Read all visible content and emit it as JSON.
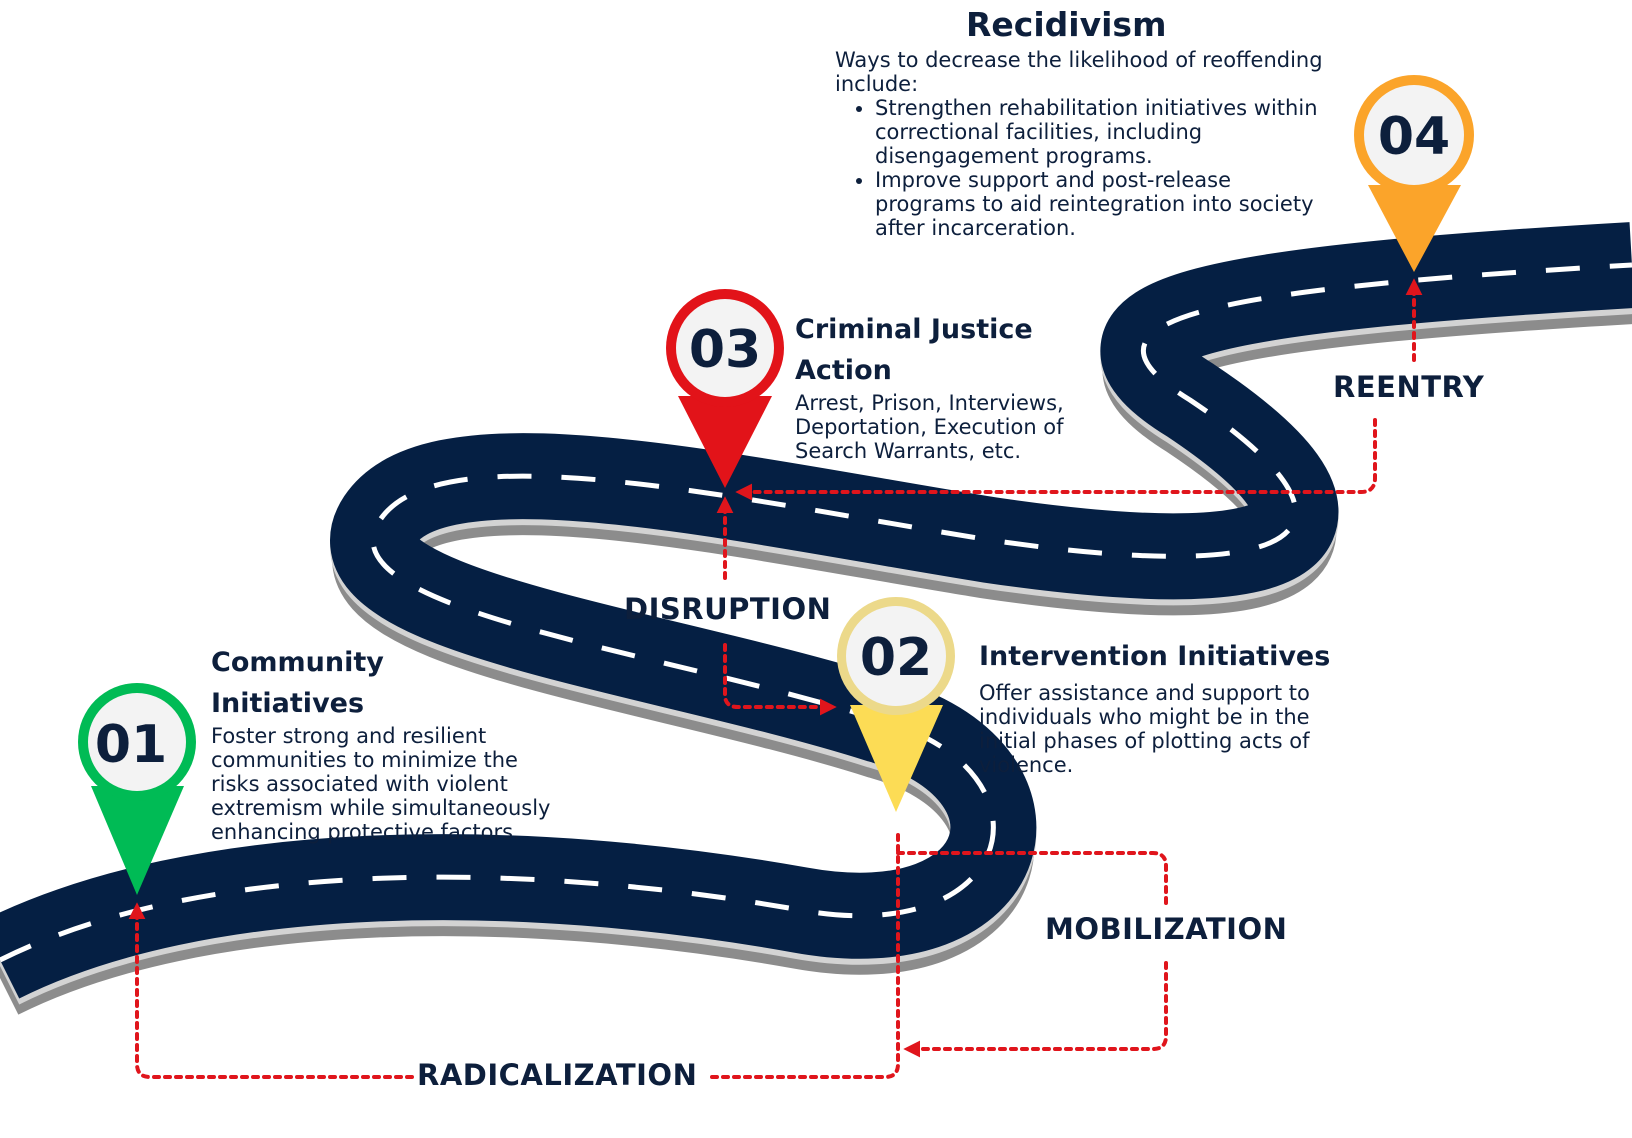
{
  "colors": {
    "road": "#051f43",
    "road_edge": "#8c8c8c",
    "road_edge_light": "#d3d3d3",
    "lane": "#ffffff",
    "arrow": "#e0151c",
    "text": "#0d1f3c"
  },
  "pins": [
    {
      "number": "01",
      "color": "#00bb55",
      "ring": "#00bb55"
    },
    {
      "number": "02",
      "color": "#fcdc55",
      "ring": "#ecd98a"
    },
    {
      "number": "03",
      "color": "#e21319",
      "ring": "#e21319"
    },
    {
      "number": "04",
      "color": "#fba42a",
      "ring": "#fba42a"
    }
  ],
  "steps": {
    "community": {
      "title": "Community Initiatives",
      "body": "Foster strong and resilient communities to minimize the risks associated with violent extremism while simultaneously enhancing protective factors."
    },
    "intervention": {
      "title": "Intervention Initiatives",
      "body": "Offer assistance and support to individuals who might be in the initial phases of plotting acts of violence."
    },
    "criminal": {
      "title": "Criminal Justice Action",
      "body": "Arrest, Prison, Interviews, Deportation, Execution of Search Warrants, etc."
    },
    "recidivism": {
      "title": "Recidivism",
      "intro": "Ways to decrease the likelihood of reoffending include:",
      "bullets": [
        "Strengthen rehabilitation initiatives within correctional facilities, including disengagement programs.",
        "Improve support and post-release programs to aid reintegration into society after incarceration."
      ]
    }
  },
  "stages": {
    "radicalization": "RADICALIZATION",
    "mobilization": "MOBILIZATION",
    "disruption": "DISRUPTION",
    "reentry": "REENTRY"
  }
}
